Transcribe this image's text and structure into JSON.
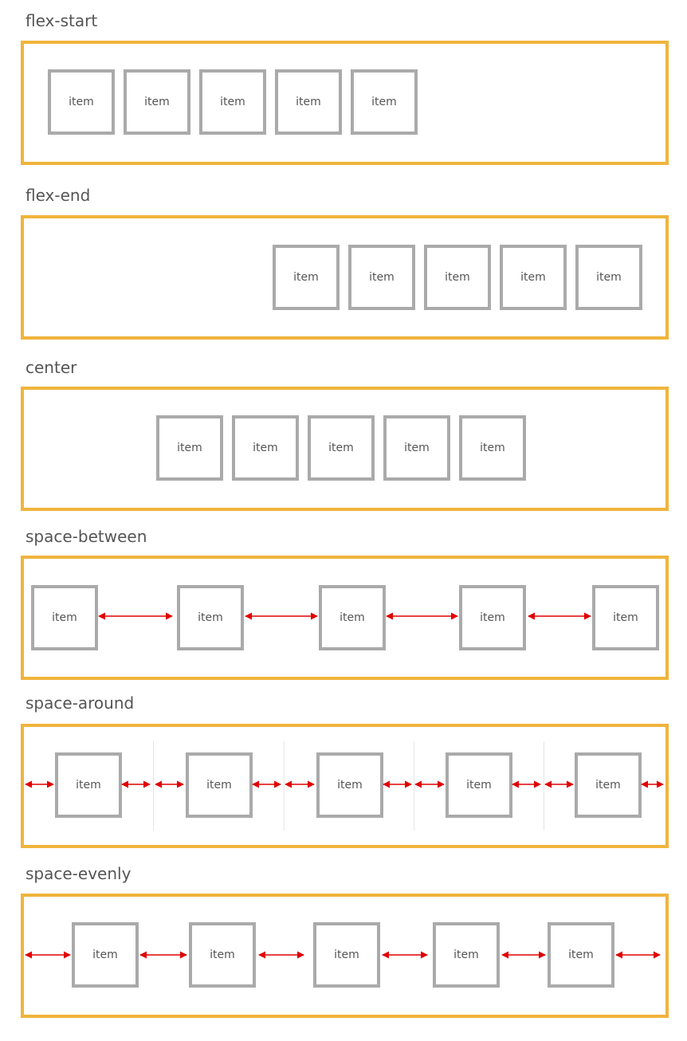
{
  "item_label": "item",
  "colors": {
    "container_border": "#f0b43c",
    "item_border": "#aaaaaa",
    "arrow": "#e00000",
    "label": "#555555"
  },
  "sections": [
    {
      "label": "flex-start"
    },
    {
      "label": "flex-end"
    },
    {
      "label": "center"
    },
    {
      "label": "space-between"
    },
    {
      "label": "space-around"
    },
    {
      "label": "space-evenly"
    }
  ]
}
